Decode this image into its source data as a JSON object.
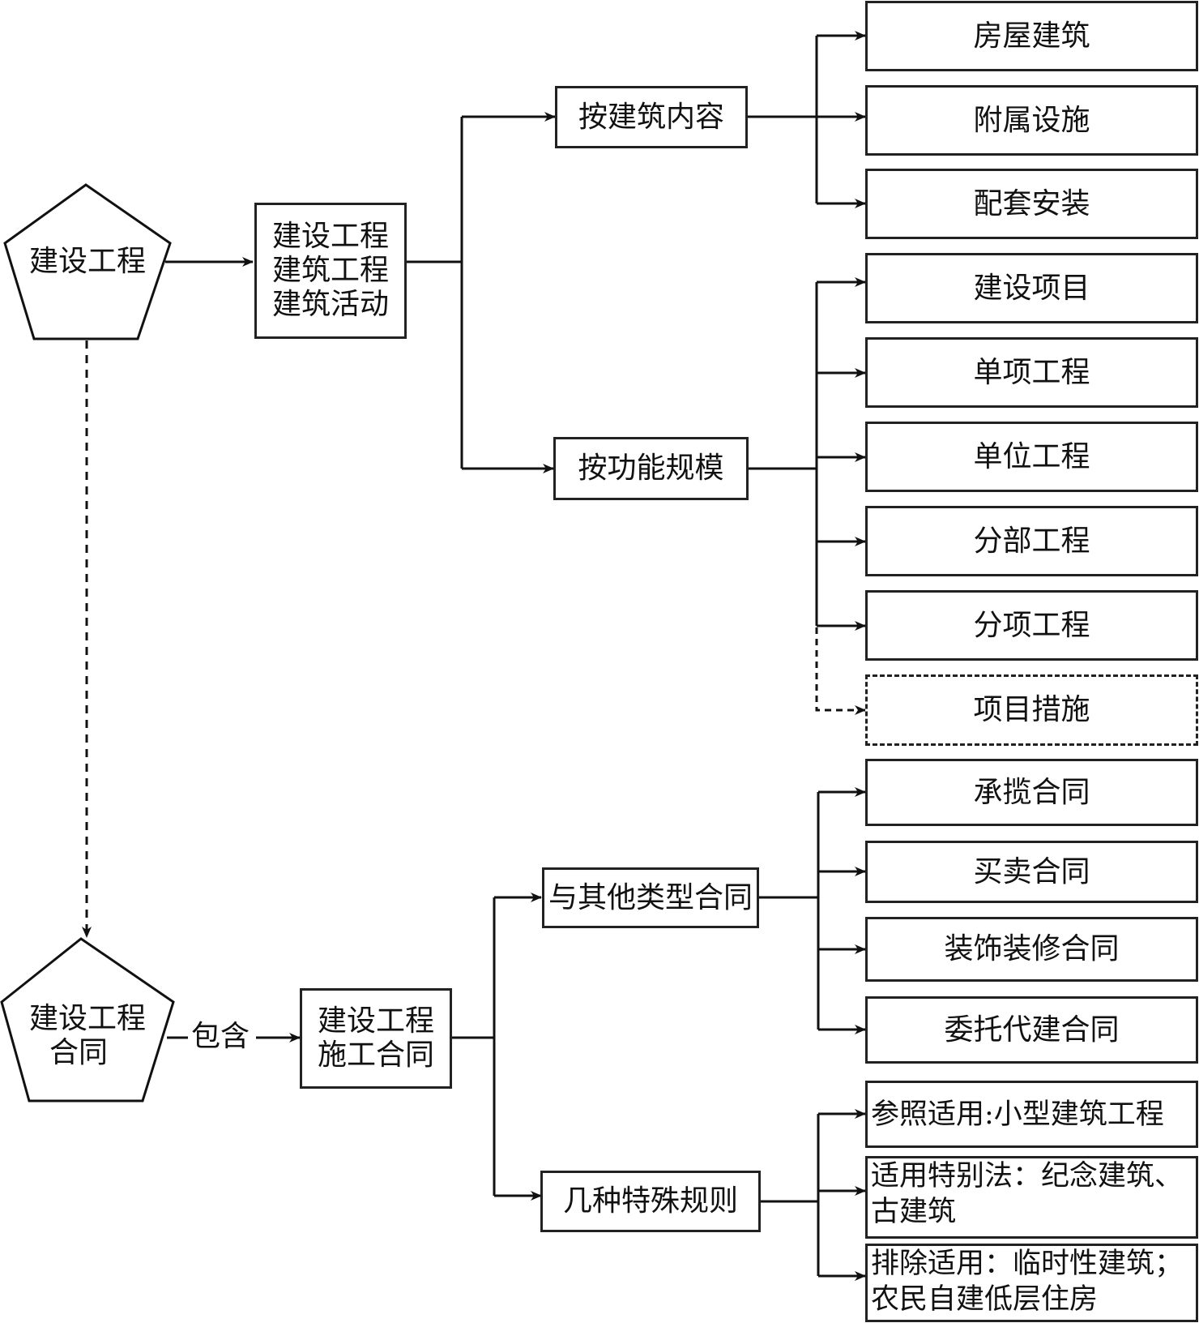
{
  "diagram": {
    "root_top": "建设工程",
    "root_bottom_line1": "建设工程",
    "root_bottom_line2": "合同",
    "top_mid": [
      "建设工程",
      "建筑工程",
      "建筑活动"
    ],
    "branch_content": "按建筑内容",
    "branch_function": "按功能规模",
    "content_leaves": [
      "房屋建筑",
      "附属设施",
      "配套安装"
    ],
    "function_leaves": [
      "建设项目",
      "单项工程",
      "单位工程",
      "分部工程",
      "分项工程"
    ],
    "function_dashed_leaf": "项目措施",
    "edge_contains": "包含",
    "bottom_mid": [
      "建设工程",
      "施工合同"
    ],
    "branch_other": "与其他类型合同",
    "branch_special": "几种特殊规则",
    "other_leaves": [
      "承揽合同",
      "买卖合同",
      "装饰装修合同",
      "委托代建合同"
    ],
    "special_leaves": [
      [
        "参照适用:小型建筑工程"
      ],
      [
        "适用特别法：纪念建筑、",
        "古建筑"
      ],
      [
        "排除适用：临时性建筑；",
        "农民自建低层住房"
      ]
    ]
  }
}
